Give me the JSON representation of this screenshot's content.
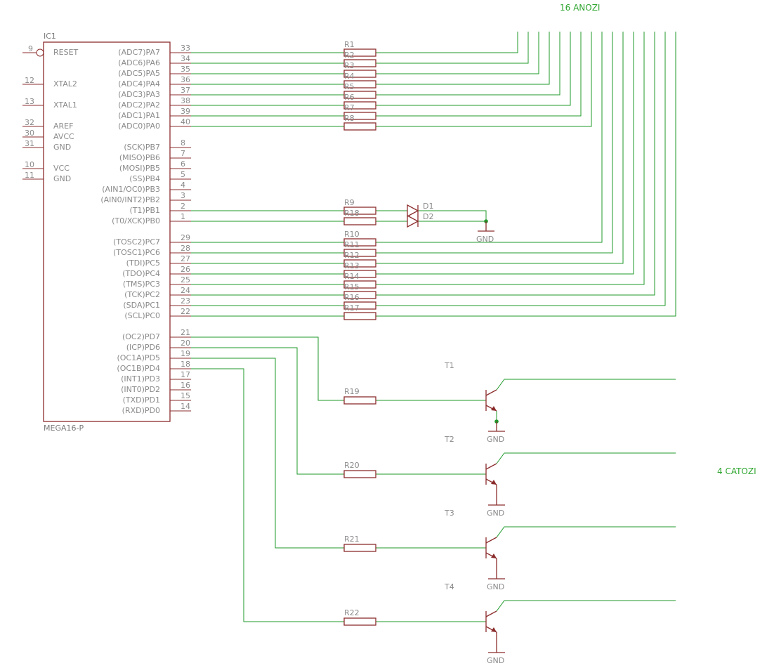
{
  "title_anozi": "16 ANOZI",
  "title_catozi": "4 CATOZI",
  "ic": {
    "name": "IC1",
    "value": "MEGA16-P",
    "left_pins": [
      {
        "num": "9",
        "label": "RESET"
      },
      {
        "num": "12",
        "label": "XTAL2"
      },
      {
        "num": "13",
        "label": "XTAL1"
      },
      {
        "num": "32",
        "label": "AREF"
      },
      {
        "num": "30",
        "label": "AVCC"
      },
      {
        "num": "31",
        "label": "GND"
      },
      {
        "num": "10",
        "label": "VCC"
      },
      {
        "num": "11",
        "label": "GND"
      }
    ],
    "right_pins": [
      {
        "num": "33",
        "label": "(ADC7)PA7"
      },
      {
        "num": "34",
        "label": "(ADC6)PA6"
      },
      {
        "num": "35",
        "label": "(ADC5)PA5"
      },
      {
        "num": "36",
        "label": "(ADC4)PA4"
      },
      {
        "num": "37",
        "label": "(ADC3)PA3"
      },
      {
        "num": "38",
        "label": "(ADC2)PA2"
      },
      {
        "num": "39",
        "label": "(ADC1)PA1"
      },
      {
        "num": "40",
        "label": "(ADC0)PA0"
      },
      {
        "num": "8",
        "label": "(SCK)PB7"
      },
      {
        "num": "7",
        "label": "(MISO)PB6"
      },
      {
        "num": "6",
        "label": "(MOSI)PB5"
      },
      {
        "num": "5",
        "label": "(SS)PB4"
      },
      {
        "num": "4",
        "label": "(AIN1/OC0)PB3"
      },
      {
        "num": "3",
        "label": "(AIN0/INT2)PB2"
      },
      {
        "num": "2",
        "label": "(T1)PB1"
      },
      {
        "num": "1",
        "label": "(T0/XCK)PB0"
      },
      {
        "num": "29",
        "label": "(TOSC2)PC7"
      },
      {
        "num": "28",
        "label": "(TOSC1)PC6"
      },
      {
        "num": "27",
        "label": "(TDI)PC5"
      },
      {
        "num": "26",
        "label": "(TDO)PC4"
      },
      {
        "num": "25",
        "label": "(TMS)PC3"
      },
      {
        "num": "24",
        "label": "(TCK)PC2"
      },
      {
        "num": "23",
        "label": "(SDA)PC1"
      },
      {
        "num": "22",
        "label": "(SCL)PC0"
      },
      {
        "num": "21",
        "label": "(OC2)PD7"
      },
      {
        "num": "20",
        "label": "(ICP)PD6"
      },
      {
        "num": "19",
        "label": "(OC1A)PD5"
      },
      {
        "num": "18",
        "label": "(OC1B)PD4"
      },
      {
        "num": "17",
        "label": "(INT1)PD3"
      },
      {
        "num": "16",
        "label": "(INT0)PD2"
      },
      {
        "num": "15",
        "label": "(TXD)PD1"
      },
      {
        "num": "14",
        "label": "(RXD)PD0"
      }
    ]
  },
  "resistors": [
    "R1",
    "R2",
    "R3",
    "R4",
    "R5",
    "R6",
    "R7",
    "R8",
    "R9",
    "R18",
    "R10",
    "R11",
    "R12",
    "R13",
    "R14",
    "R15",
    "R16",
    "R17",
    "R19",
    "R20",
    "R21",
    "R22"
  ],
  "diodes": [
    "D1",
    "D2"
  ],
  "transistors": [
    "T1",
    "T2",
    "T3",
    "T4"
  ],
  "gnd_label": "GND"
}
